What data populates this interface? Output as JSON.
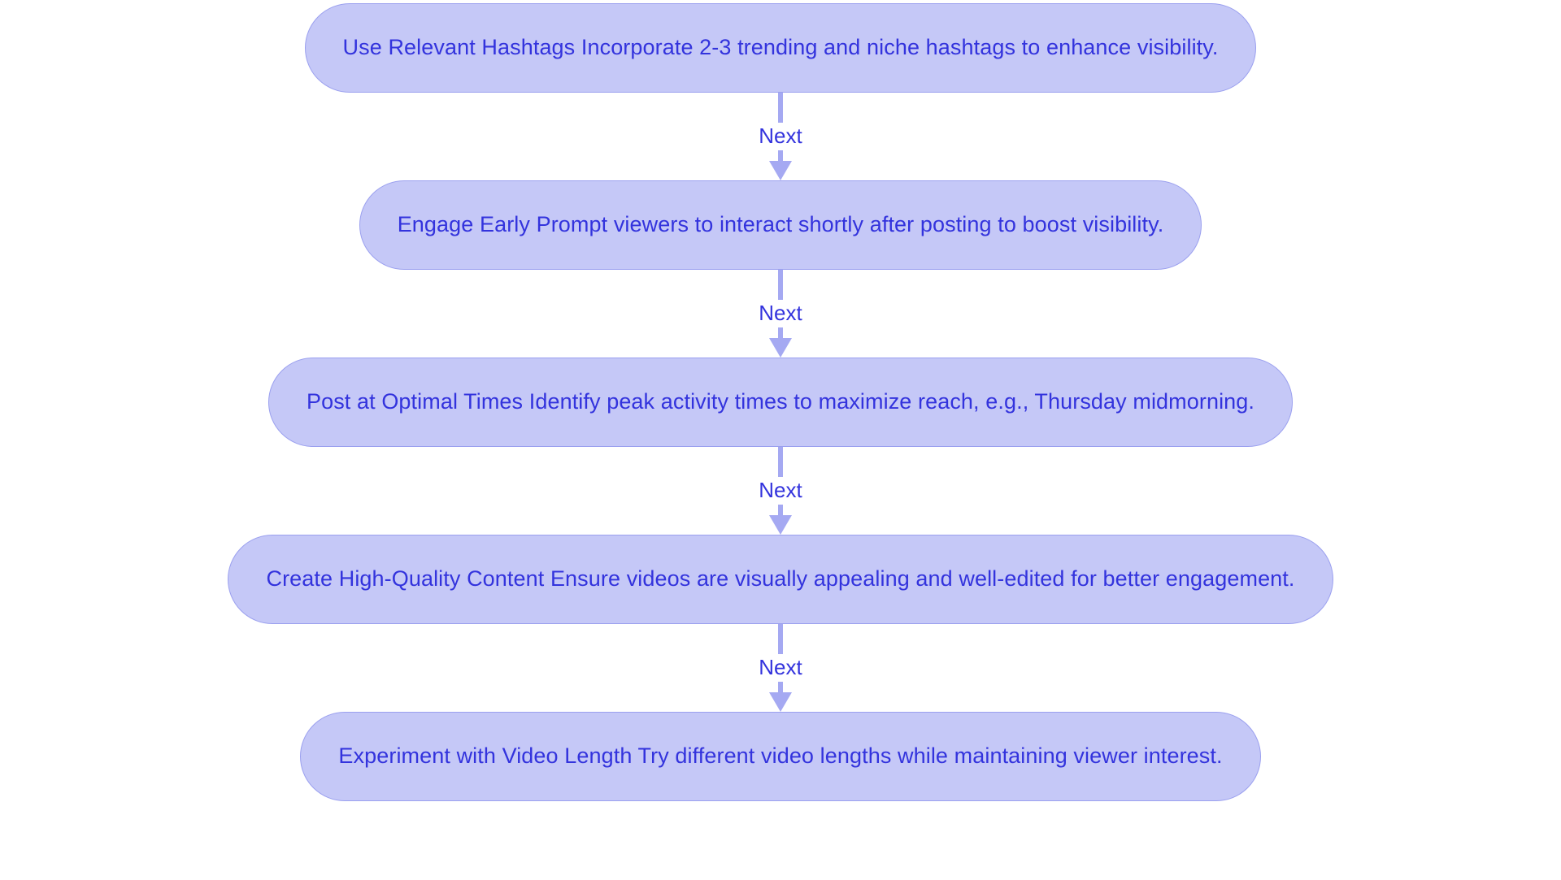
{
  "diagram": {
    "type": "flowchart",
    "orientation": "vertical-top-to-bottom",
    "colors": {
      "node_fill": "#c5c8f7",
      "node_border": "#9ba0ef",
      "node_text": "#3333dd",
      "connector": "#a5a9f2",
      "connector_label_text": "#3333dd",
      "background": "#ffffff"
    },
    "nodes": [
      {
        "id": "node-1",
        "label": "Use Relevant Hashtags Incorporate 2-3 trending and niche hashtags to enhance visibility."
      },
      {
        "id": "node-2",
        "label": "Engage Early Prompt viewers to interact shortly after posting to boost visibility."
      },
      {
        "id": "node-3",
        "label": "Post at Optimal Times Identify peak activity times to maximize reach, e.g., Thursday midmorning."
      },
      {
        "id": "node-4",
        "label": "Create High-Quality Content Ensure videos are visually appealing and well-edited for better engagement."
      },
      {
        "id": "node-5",
        "label": "Experiment with Video Length Try different video lengths while maintaining viewer interest."
      }
    ],
    "connectors": [
      {
        "id": "connector-1",
        "from": "node-1",
        "to": "node-2",
        "label": "Next"
      },
      {
        "id": "connector-2",
        "from": "node-2",
        "to": "node-3",
        "label": "Next"
      },
      {
        "id": "connector-3",
        "from": "node-3",
        "to": "node-4",
        "label": "Next"
      },
      {
        "id": "connector-4",
        "from": "node-4",
        "to": "node-5",
        "label": "Next"
      }
    ]
  }
}
